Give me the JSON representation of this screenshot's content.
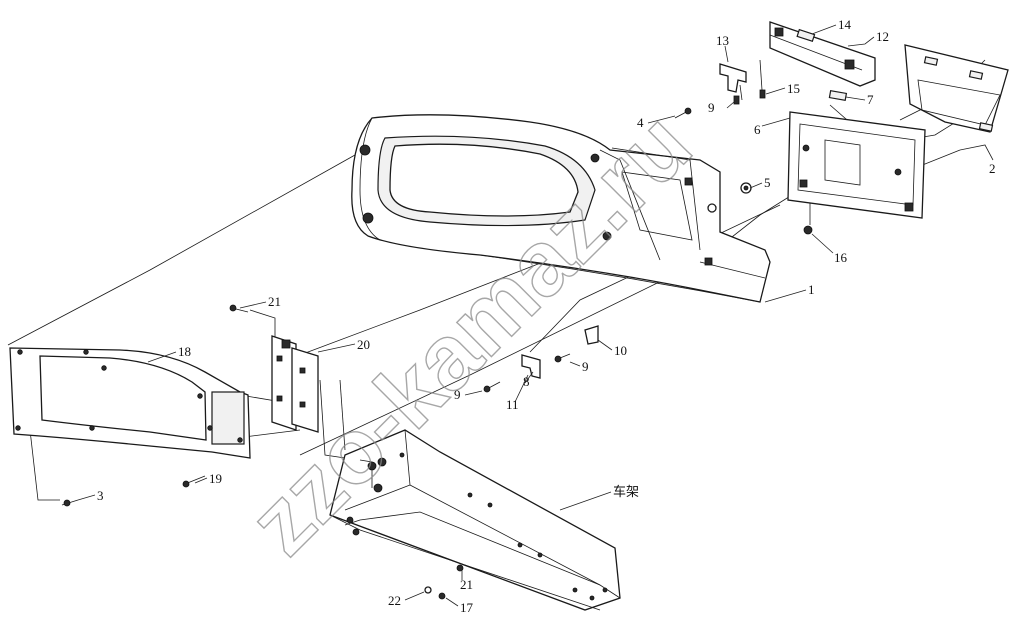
{
  "callouts": [
    {
      "id": "c1",
      "text": "1"
    },
    {
      "id": "c2",
      "text": "2"
    },
    {
      "id": "c3",
      "text": "3"
    },
    {
      "id": "c4",
      "text": "4"
    },
    {
      "id": "c5",
      "text": "5"
    },
    {
      "id": "c6",
      "text": "6"
    },
    {
      "id": "c7",
      "text": "7"
    },
    {
      "id": "c8",
      "text": "8"
    },
    {
      "id": "c9a",
      "text": "9"
    },
    {
      "id": "c9b",
      "text": "9"
    },
    {
      "id": "c9c",
      "text": "9"
    },
    {
      "id": "c10",
      "text": "10"
    },
    {
      "id": "c11",
      "text": "11"
    },
    {
      "id": "c12",
      "text": "12"
    },
    {
      "id": "c13",
      "text": "13"
    },
    {
      "id": "c14",
      "text": "14"
    },
    {
      "id": "c15",
      "text": "15"
    },
    {
      "id": "c16",
      "text": "16"
    },
    {
      "id": "c17",
      "text": "17"
    },
    {
      "id": "c18",
      "text": "18"
    },
    {
      "id": "c19",
      "text": "19"
    },
    {
      "id": "c20",
      "text": "20"
    },
    {
      "id": "c21a",
      "text": "21"
    },
    {
      "id": "c21b",
      "text": "21"
    },
    {
      "id": "c22",
      "text": "22"
    }
  ],
  "frame_label": "车架",
  "watermark": "zzo-kamaz.ru"
}
